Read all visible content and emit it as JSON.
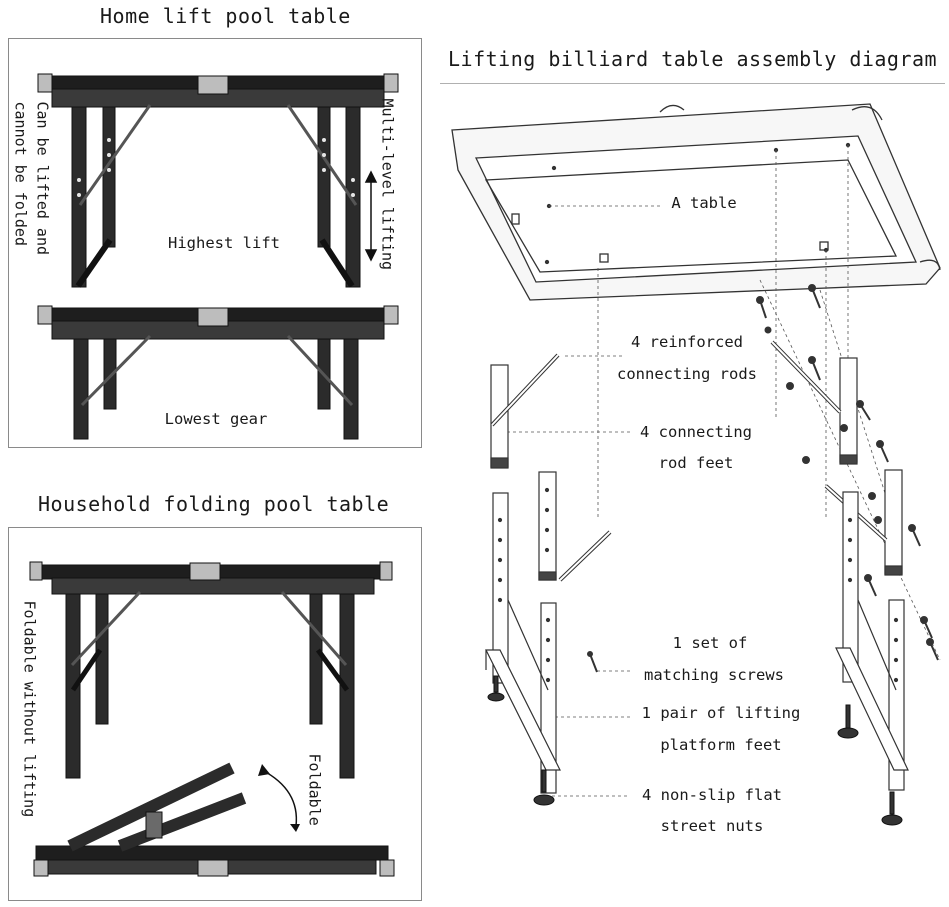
{
  "left_top": {
    "title": "Home lift pool table",
    "left_side_label_line1": "Can be lifted and",
    "left_side_label_line2": "cannot be folded",
    "right_side_label": "Multi-level lifting",
    "highest_label": "Highest lift",
    "lowest_label": "Lowest gear"
  },
  "left_bottom": {
    "title": "Household folding pool table",
    "left_side_label": "Foldable without lifting",
    "right_side_label": "Foldable"
  },
  "assembly": {
    "title": "Lifting billiard table assembly diagram",
    "table_label": "A table",
    "rods_label_line1": "4 reinforced",
    "rods_label_line2": "connecting rods",
    "rod_feet_label_line1": "4 connecting",
    "rod_feet_label_line2": "rod feet",
    "screws_label_line1": "1 set of",
    "screws_label_line2": "matching screws",
    "platform_label_line1": "1 pair of lifting",
    "platform_label_line2": "platform feet",
    "nuts_label_line1": "4 non-slip flat",
    "nuts_label_line2": "street nuts"
  }
}
